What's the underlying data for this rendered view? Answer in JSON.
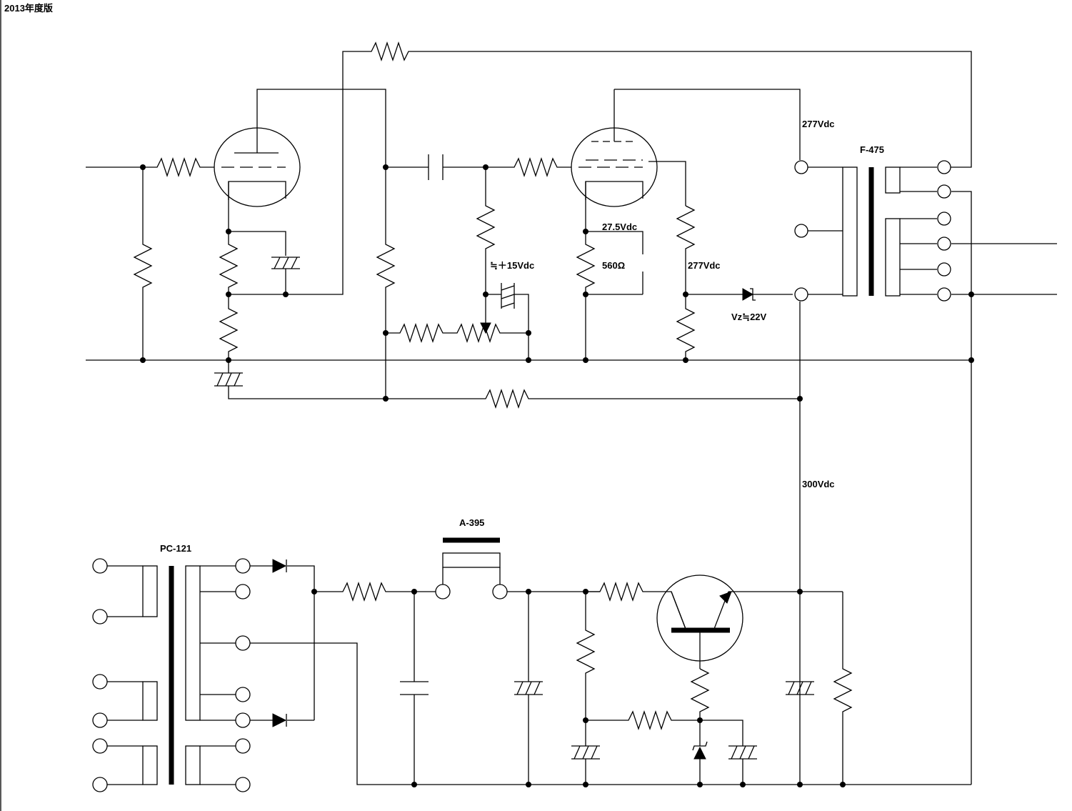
{
  "diagram": {
    "edition_label": "2013年度版",
    "labels": {
      "v_277_plate": "277Vdc",
      "output_transformer": "F-475",
      "v_15": "≒＋15Vdc",
      "v_27_5": "27.5Vdc",
      "r_560": "560Ω",
      "v_277_screen": "277Vdc",
      "vz_22": "Vz≒22V",
      "v_300": "300Vdc",
      "choke": "A-395",
      "power_transformer": "PC-121"
    }
  }
}
